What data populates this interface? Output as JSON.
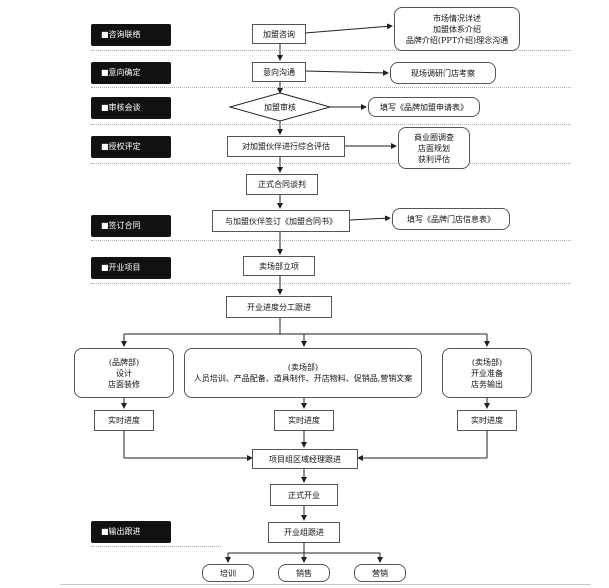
{
  "stages": {
    "s1": "■咨询联络",
    "s2": "■意向确定",
    "s3": "■审核会谈",
    "s4": "■授权评定",
    "s5": "■签订合同",
    "s6": "■开业项目",
    "s7": "■输出跟进"
  },
  "main": {
    "consult": "加盟咨询",
    "intent": "意向沟通",
    "review": "加盟审核",
    "evaluate": "对加盟伙伴进行综合评估",
    "negotiate": "正式合同谈判",
    "sign": "与加盟伙伴签订《加盟合同书》",
    "project": "卖场部立项",
    "progress_track": "开业进度分工跟进",
    "regional": "项目组区域经理跟进",
    "opening": "正式开业",
    "followup": "开业组跟进"
  },
  "side": {
    "market": [
      "市场情况详述",
      "加盟体系介绍",
      "品牌介绍(PPT介绍)理念沟通"
    ],
    "visit": "现场调研门店考察",
    "apply": "填写《品牌加盟申请表》",
    "eval": [
      "商业圈调查",
      "店面规划",
      "获利评估"
    ],
    "storeinfo": "填写《品牌门店信息表》"
  },
  "departments": {
    "brand": [
      "(品牌部)",
      "设计",
      "店面装修"
    ],
    "store": [
      "(卖场部)",
      "人员培训、产品配备、道具制作、开店物料、促销品,营销文案"
    ],
    "store2": [
      "(卖场部)",
      "开业准备",
      "店务输出"
    ]
  },
  "realtime": {
    "left": "实时进度",
    "mid": "实时进度",
    "right": "实时进度"
  },
  "outputs": {
    "training": "培训",
    "sales": "销售",
    "marketing": "营销"
  }
}
